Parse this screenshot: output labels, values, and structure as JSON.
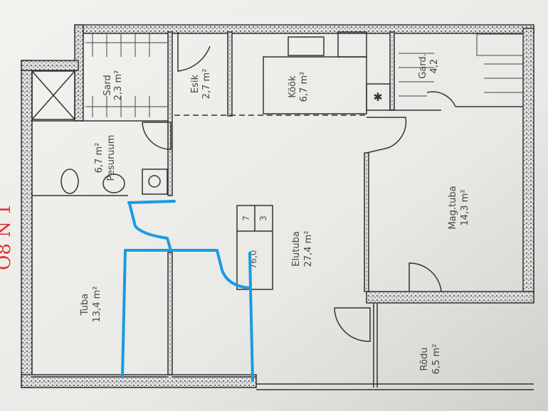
{
  "handwritten_note": "Ö8 N 1",
  "rooms": [
    {
      "name": "Sard",
      "area": "2,3 m²"
    },
    {
      "name": "Esik",
      "area": "2,7 m²"
    },
    {
      "name": "Köök",
      "area": "6,7 m²"
    },
    {
      "name": "Gard.",
      "area": "4,2"
    },
    {
      "name": "Pesuruum",
      "area": "6,7 m²"
    },
    {
      "name": "Mag.tuba",
      "area": "14,3 m²"
    },
    {
      "name": "Elutuba",
      "area": "27,4 m²"
    },
    {
      "name": "Tuba",
      "area": "13,4 m²"
    },
    {
      "name": "Rõdu",
      "area": "6,5 m²"
    }
  ],
  "legend_box": {
    "a": "7",
    "b": "3",
    "c": "76,0"
  },
  "colors": {
    "annotation": "#1a9be0",
    "walls": "#333333",
    "note": "#e03030"
  }
}
